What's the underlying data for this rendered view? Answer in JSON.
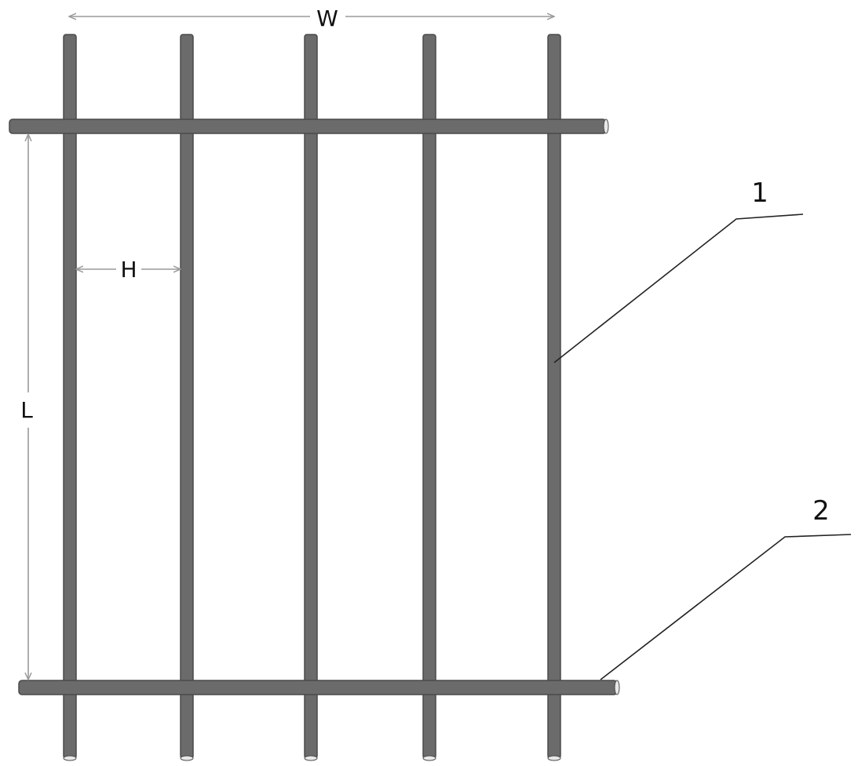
{
  "dimensions": {
    "width_label": "W",
    "length_label": "L",
    "spacing_label": "H"
  },
  "callouts": {
    "bar_1": "1",
    "bar_2": "2"
  },
  "colors": {
    "rod": "#6b6b6b",
    "rod_edge": "#4a4a4a",
    "rod_highlight": "#8a8a8a",
    "dimension_line": "#9a9a9a",
    "leader_line": "#222222",
    "background": "#ffffff"
  },
  "structure": {
    "longitudinal_bar_count": 5,
    "transverse_bar_count": 2
  }
}
